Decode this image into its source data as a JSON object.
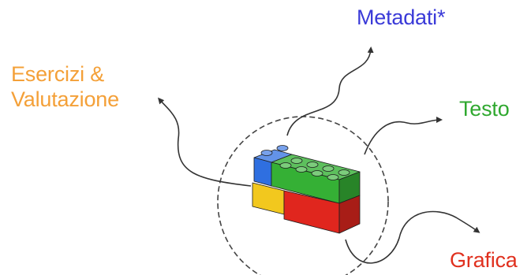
{
  "labels": {
    "metadati": {
      "text": "Metadati*",
      "color": "#3a3ad8"
    },
    "esercizi_line1": {
      "text": "Esercizi &",
      "color": "#f4a038"
    },
    "esercizi_line2": {
      "text": "Valutazione",
      "color": "#f4a038"
    },
    "testo": {
      "text": "Testo",
      "color": "#2fa82f"
    },
    "grafica": {
      "text": "Grafica",
      "color": "#e0301e"
    }
  },
  "brick_colors": {
    "blue": "#2f6fe0",
    "green": "#35b035",
    "yellow": "#f2c81e",
    "red": "#e0261e"
  },
  "icons": [
    "dashed-circle",
    "lego-brick",
    "arrow"
  ]
}
